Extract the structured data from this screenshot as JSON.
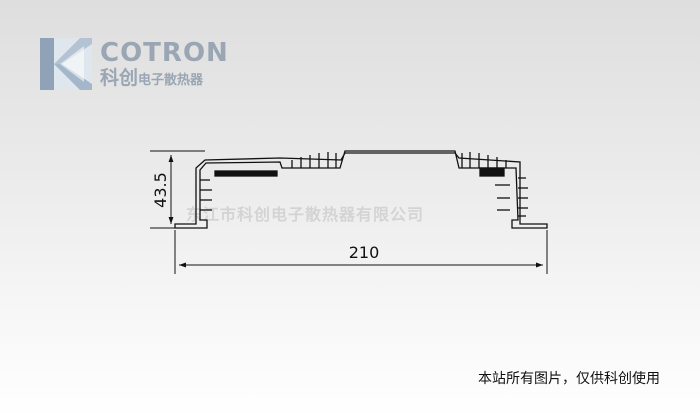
{
  "brand": {
    "name": "COTRON",
    "cn_main": "科创",
    "cn_sub": "电子散热器",
    "colors": {
      "text": "#9aa6b3",
      "mark_light": "#c7d5e4",
      "mark_dark": "#8fa2b8"
    }
  },
  "drawing": {
    "height_dimension": "43.5",
    "width_dimension": "210"
  },
  "watermark": "东江市科创电子散热器有限公司",
  "notice": "本站所有图片，仅供科创使用"
}
